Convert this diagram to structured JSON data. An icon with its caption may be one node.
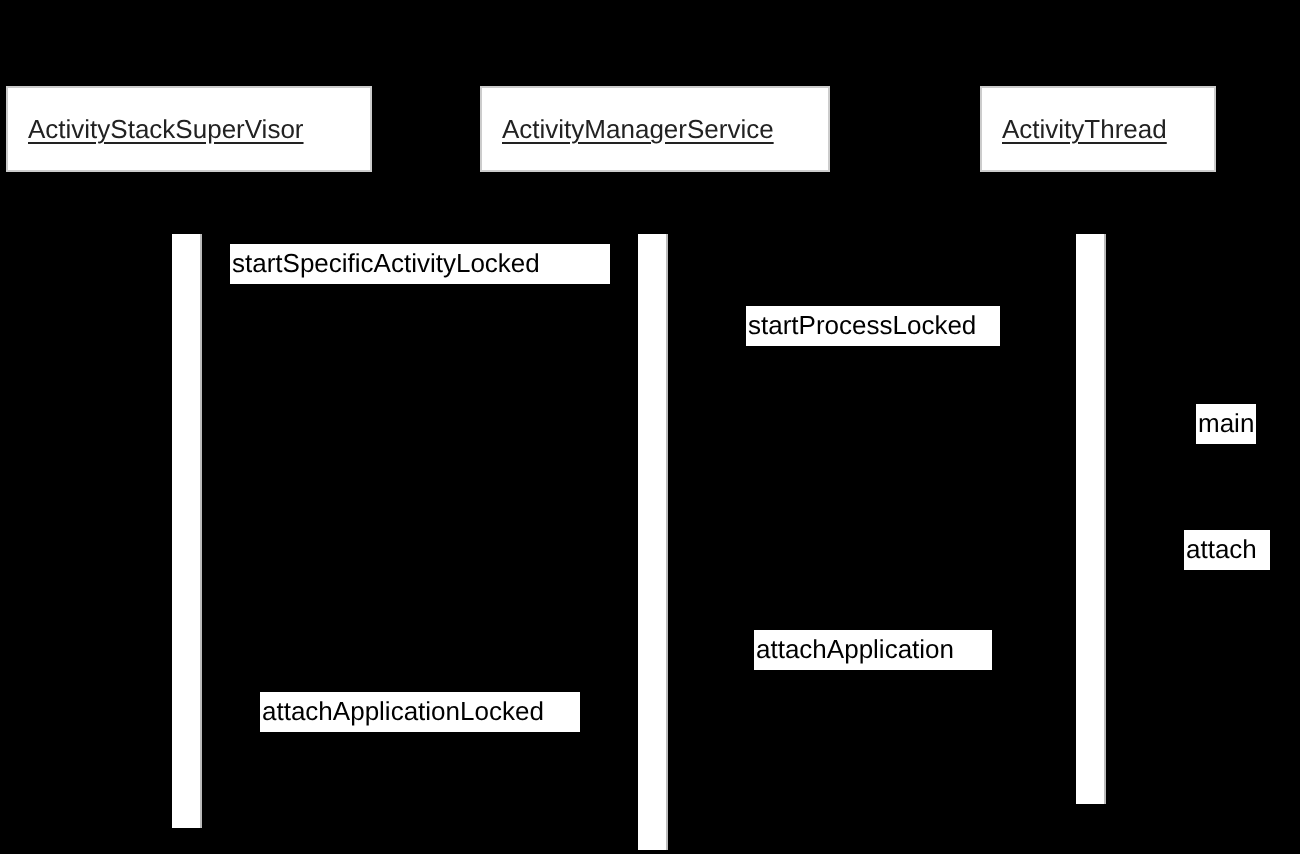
{
  "diagram": {
    "nodes": [
      {
        "text": [
          "ActivityStackSuperVisor"
        ]
      },
      {
        "text": [
          "ActivityManagerService"
        ]
      },
      {
        "text": [
          "ActivityThread"
        ]
      },
      {
        "text": [],
        "shape": "bar"
      },
      {
        "text": [],
        "shape": "bar"
      },
      {
        "text": [],
        "shape": "bar"
      }
    ],
    "labels": [
      "startSpecificActivityLocked",
      "startProcessLocked",
      "main",
      "attach",
      "attachApplication",
      "attachApplicationLocked"
    ]
  }
}
